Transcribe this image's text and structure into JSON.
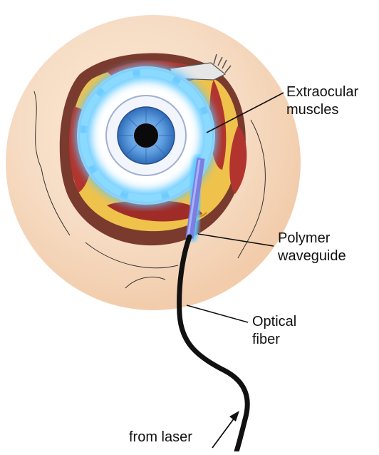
{
  "labels": {
    "extraocular": [
      "Extraocular",
      "muscles"
    ],
    "polymer": [
      "Polymer",
      "waveguide"
    ],
    "optical": [
      "Optical",
      "fiber"
    ],
    "laser": "from laser"
  },
  "colors": {
    "skin": "#f6dcc4",
    "muscle": "#b2342e",
    "fat": "#efc24b",
    "waveguide_glow": "#5ec8ff",
    "waveguide": "#7a7fe0",
    "iris": "#5f9fe0",
    "fiber": "#111111"
  }
}
